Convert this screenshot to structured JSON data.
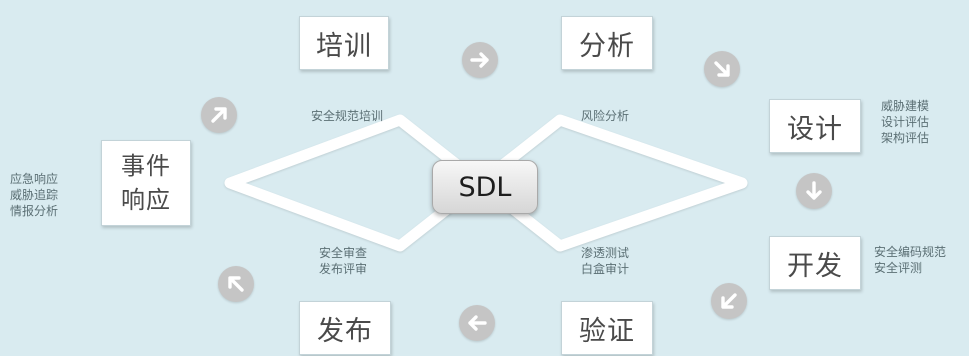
{
  "hub_label": "SDL",
  "stages": {
    "training": "培训",
    "analysis": "分析",
    "design": "设计",
    "development": "开发",
    "verification": "验证",
    "release": "发布",
    "incident_response": "事件\n响应"
  },
  "notes": {
    "training": "安全规范培训",
    "analysis": "风险分析",
    "design": "威胁建模\n设计评估\n架构评估",
    "development": "安全编码规范\n安全评测",
    "verification": "渗透测试\n白盒审计",
    "release": "安全审查\n发布评审",
    "incident_response": "应急响应\n威胁追踪\n情报分析"
  },
  "colors": {
    "background": "#d9ebf0",
    "arrow_fill": "#c5c5c5",
    "box_fill": "#ffffff",
    "loop_stroke": "#ffffff"
  },
  "icons": [
    "arrow-right-icon",
    "arrow-down-right-icon",
    "arrow-down-icon",
    "arrow-down-left-icon",
    "arrow-left-icon",
    "arrow-up-left-icon",
    "arrow-up-right-icon"
  ]
}
